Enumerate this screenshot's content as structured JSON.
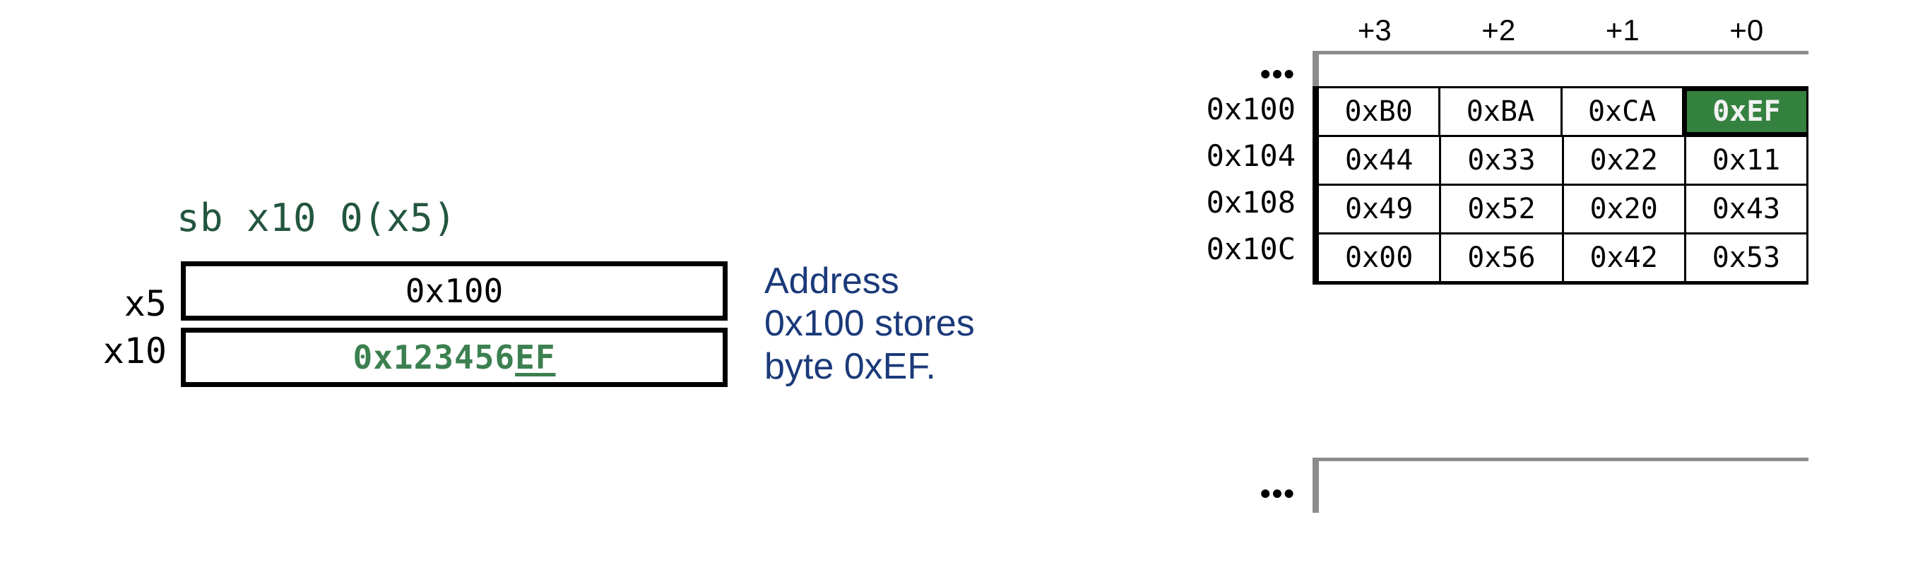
{
  "instruction": {
    "text": "sb x10 0(x5)",
    "color": "#23563F"
  },
  "registers": {
    "rows": [
      {
        "label": "x5",
        "value": "0x100",
        "style": "plain"
      },
      {
        "label": "x10",
        "value": "0x123456EF",
        "style": "accent"
      }
    ],
    "accent_color": "#3C8050",
    "accent_prefix": "0x123456",
    "accent_byte": "EF"
  },
  "annotation": {
    "text": "Address 0x100 stores byte 0xEF.",
    "color": "#1B3A7A"
  },
  "memory": {
    "column_headers": [
      "+3",
      "+2",
      "+1",
      "+0"
    ],
    "ellipsis": "•••",
    "highlight_color": "#35813F",
    "highlight_text_color": "#F2F2F2",
    "rows": [
      {
        "address": "0x100",
        "cells": [
          "0xB0",
          "0xBA",
          "0xCA",
          "0xEF"
        ],
        "highlight_index": 3
      },
      {
        "address": "0x104",
        "cells": [
          "0x44",
          "0x33",
          "0x22",
          "0x11"
        ],
        "highlight_index": -1
      },
      {
        "address": "0x108",
        "cells": [
          "0x49",
          "0x52",
          "0x20",
          "0x43"
        ],
        "highlight_index": -1
      },
      {
        "address": "0x10C",
        "cells": [
          "0x00",
          "0x56",
          "0x42",
          "0x53"
        ],
        "highlight_index": -1
      }
    ]
  }
}
